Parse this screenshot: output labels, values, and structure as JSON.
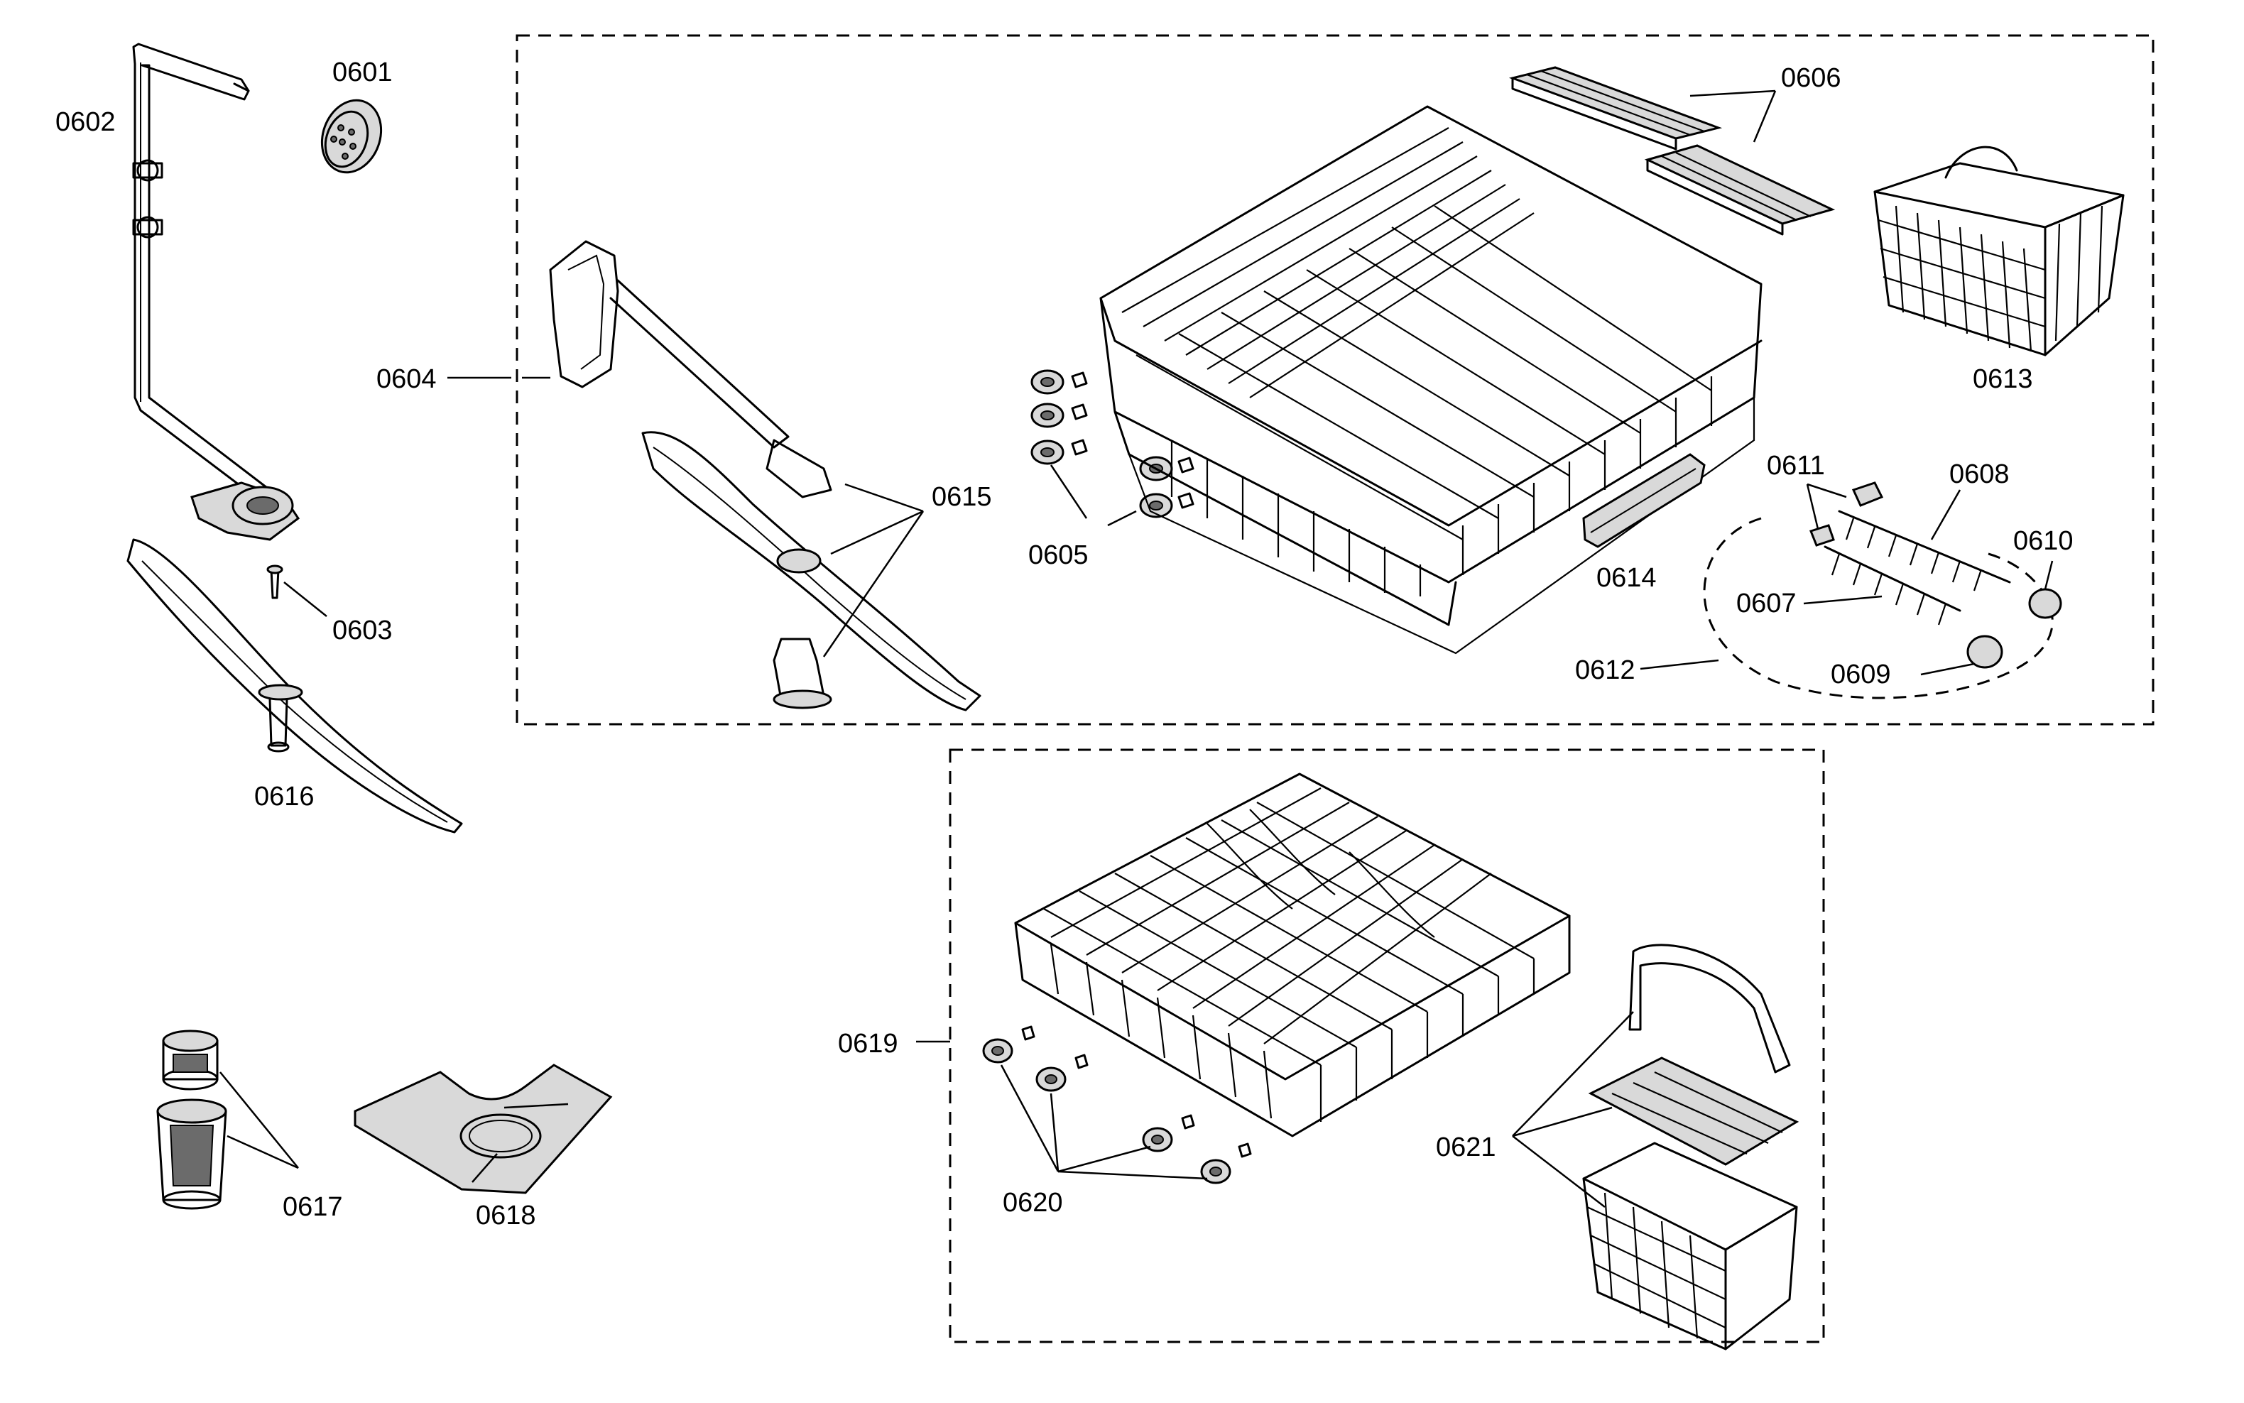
{
  "labels": {
    "p0601": "0601",
    "p0602": "0602",
    "p0603": "0603",
    "p0604": "0604",
    "p0605": "0605",
    "p0606": "0606",
    "p0607": "0607",
    "p0608": "0608",
    "p0609": "0609",
    "p0610": "0610",
    "p0611": "0611",
    "p0612": "0612",
    "p0613": "0613",
    "p0614": "0614",
    "p0615": "0615",
    "p0616": "0616",
    "p0617": "0617",
    "p0618": "0618",
    "p0619": "0619",
    "p0620": "0620",
    "p0621": "0621"
  }
}
